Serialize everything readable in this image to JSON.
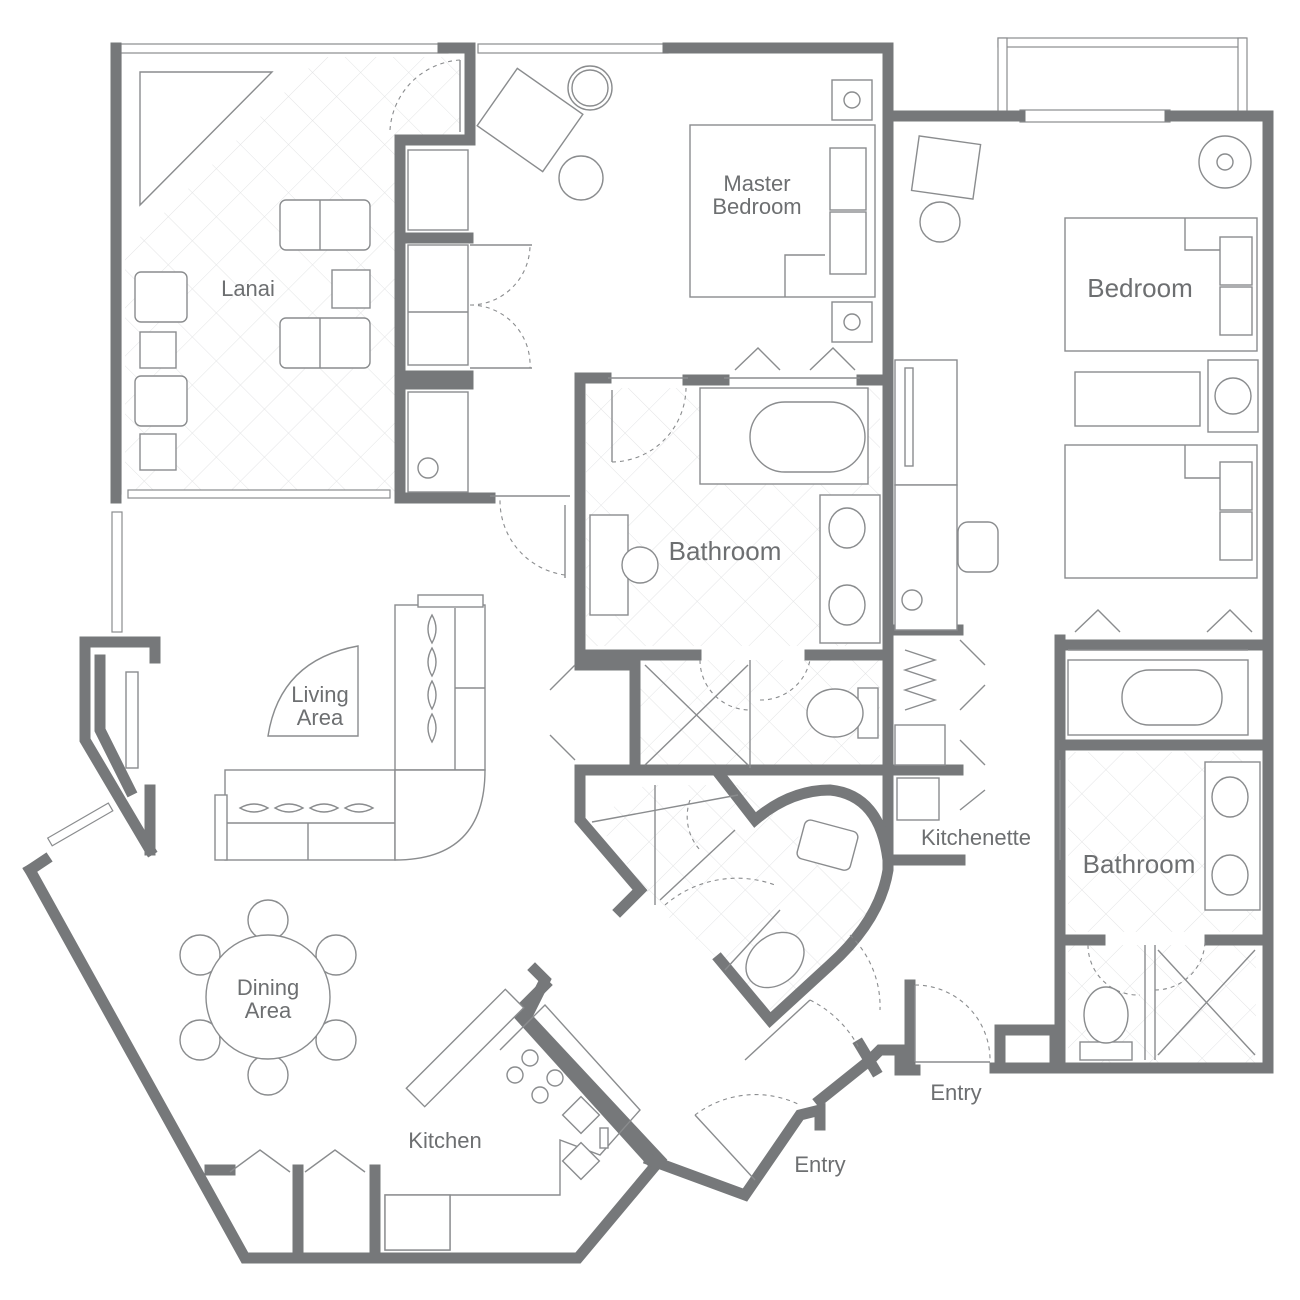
{
  "rooms": {
    "lanai": "Lanai",
    "master_bedroom_1": "Master",
    "master_bedroom_2": "Bedroom",
    "bedroom": "Bedroom",
    "bathroom_master": "Bathroom",
    "living_area_1": "Living",
    "living_area_2": "Area",
    "kitchenette": "Kitchenette",
    "bathroom_second": "Bathroom",
    "dining_area_1": "Dining",
    "dining_area_2": "Area",
    "kitchen": "Kitchen",
    "entry_main": "Entry",
    "entry_second": "Entry"
  },
  "colors": {
    "wall": "#76787a",
    "fixture_line": "#8a8c8e",
    "tile": "#e3e4e5",
    "label": "#6d6f71"
  }
}
